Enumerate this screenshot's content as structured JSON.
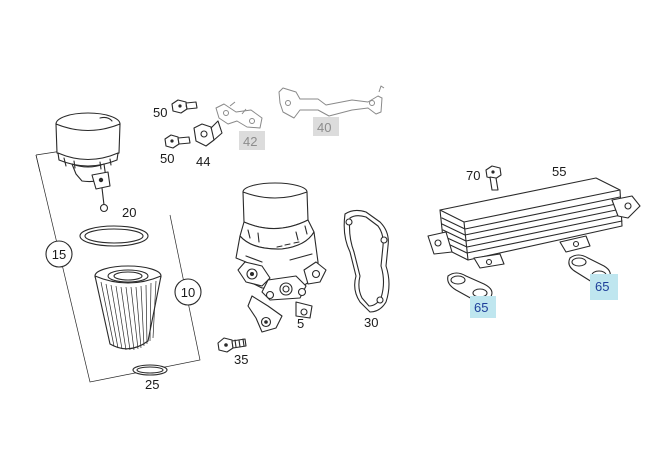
{
  "callouts": {
    "c50a": "50",
    "c50b": "50",
    "c44": "44",
    "c42": "42",
    "c40": "40",
    "c20": "20",
    "c15": "15",
    "c10": "10",
    "c25": "25",
    "c35": "35",
    "c5": "5",
    "c30": "30",
    "c70": "70",
    "c55": "55",
    "c65a": "65",
    "c65b": "65"
  },
  "colors": {
    "line": "#2a2a2a",
    "ghost_part": "#8a8a8a",
    "grey_highlight": "#dcdcdc",
    "blue_highlight": "#bfe6ef",
    "blue_text": "#1f3f9a"
  }
}
